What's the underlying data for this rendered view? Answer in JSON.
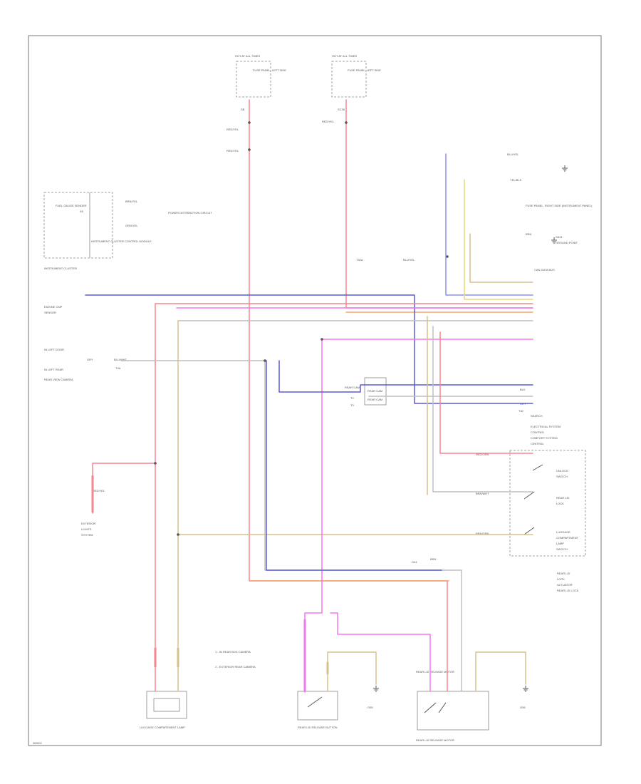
{
  "diagram": {
    "labels": {
      "fuse_a_top": "HOT AT ALL TIMES",
      "fuse_a_side": "FUSE PANEL, LEFT SIDE",
      "fuse_a_pin": "SB",
      "fuse_b_top": "HOT AT ALL TIMES",
      "fuse_b_side": "FUSE PANEL, LEFT SIDE",
      "fuse_b_pin": "SC36",
      "wire_red_yel_1": "RED/YEL",
      "wire_red_yel_2": "RED/YEL",
      "wire_red_yel_3": "RED/YEL",
      "cluster_box": "FUEL GAUGE SENDER",
      "cluster_pin": "A5",
      "cluster_name": "INSTRUMENT CLUSTER",
      "cluster_sub": "INSTRUMENT CLUSTER CONTROL MODULE",
      "cluster_wire_1": "BRN/YEL",
      "cluster_wire_2": "GRN/YEL",
      "cluster_dest": "POWER DISTRIBUTION CIRCUIT",
      "blu_yel_top": "BLU/YEL",
      "yel_top": "YEL/BLK",
      "fuse_panel_right": "FUSE PANEL, RIGHT SIDE (INSTRUMENT PANEL)",
      "brn_label": "BRN",
      "ground_right": "G401",
      "ground_right_sub": "GROUND POINT",
      "data_bus": "CAN DATA BUS",
      "blu_yel_mid": "BLU/YEL",
      "connector_top": "T32A",
      "left_a_1": "ENGINE CMP",
      "left_a_2": "SENSOR",
      "left_b": "IN LEFT DOOR",
      "left_c_1": "IN LEFT REAR",
      "left_c_2": "REAR VIEW CAMERA",
      "blu_wh_left": "BLU/WHT",
      "gry_left": "GRY",
      "pin_t4a": "T4A",
      "blk_label": "BLK",
      "gry_label": "GRY",
      "pin_t32": "T32",
      "rear_cam_a": "REAR CAM",
      "rear_cam_b": "REAR CAM",
      "rear_cam_c": "REAR CAM",
      "conn_t2": "T2",
      "conn_t3": "T3",
      "mod_1": "SEARCH",
      "mod_2": "ELECTRICAL SYSTEM",
      "mod_3": "CONTROL",
      "mod_4": "COMFORT SYSTEM",
      "mod_5": "CENTRAL",
      "sw_1": "UNLOCK",
      "sw_2": "SWITCH",
      "sw_3": "REAR LID",
      "sw_4": "LOCK",
      "sw_5": "LUGGAGE",
      "sw_6": "COMPARTMENT",
      "sw_7": "LAMP",
      "sw_8": "SWITCH",
      "wire_red_orn": "RED/ORN",
      "wire_brn_wht": "BRN/WHT",
      "wire_brn_grn": "BRN/GRN",
      "brn_bottom": "BRN",
      "gnd_bottom": "G44",
      "lock_1": "REAR LID",
      "lock_2": "LOCK",
      "lock_3": "ACTUATOR",
      "lock_4": "REAR LID LOCK",
      "exterior_1": "EXTERIOR",
      "exterior_2": "LIGHTS",
      "exterior_3": "SYSTEM",
      "exterior_wire": "RED/YEL",
      "legend_1": "1 - IN REAR BOX CAMERA",
      "legend_2": "2 - EXTERIOR REAR CAMERA",
      "comp_luggage": "LUGGAGE COMPARTMENT LAMP",
      "comp_release": "REAR LID RELEASE BUTTON",
      "comp_motor": "REAR LID RELEASE MOTOR",
      "gnd_a": "G95",
      "gnd_b": "G95",
      "corner": "W0002"
    },
    "colors": {
      "red": "#f7868e",
      "blue": "#5a5ad8",
      "blue_light": "#8f8ff0",
      "orange": "#f7a56b",
      "pink": "#f476f0",
      "yellow": "#e8d979",
      "tan": "#d8c08a",
      "gray": "#bfbfbf",
      "frame": "#777777"
    }
  }
}
